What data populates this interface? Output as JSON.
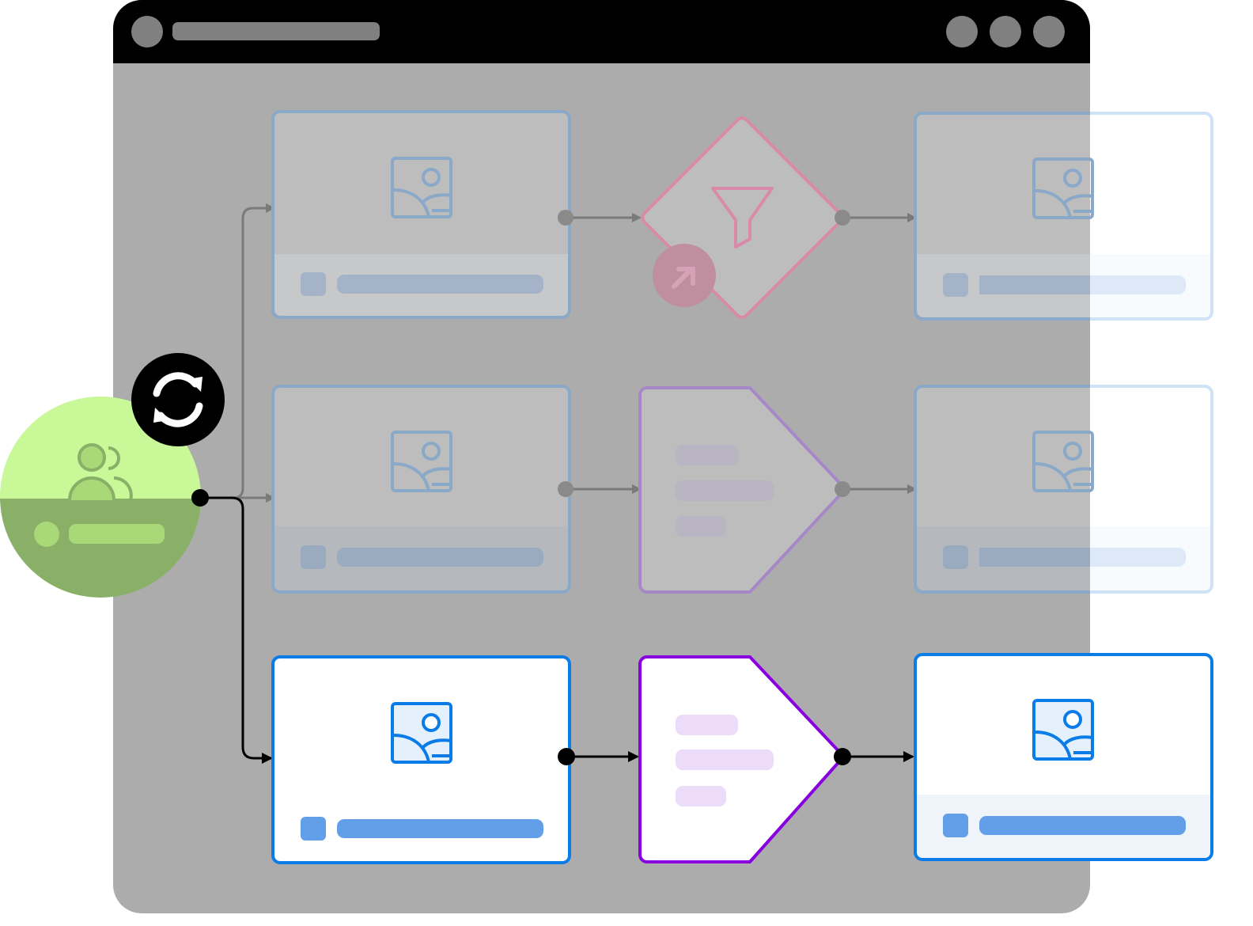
{
  "window": {
    "title_bar_color": "#000000",
    "body_color": "#acacac",
    "control_dots": [
      "window-dot",
      "window-dot",
      "window-dot"
    ]
  },
  "colors": {
    "blue": "#0a7ce8",
    "blue_fill": "#639fe8",
    "purple": "#8800e0",
    "purple_fill": "#ecdcfa",
    "pink": "#d88aa8",
    "green_light": "#c8f898",
    "green_dark": "#8ab068",
    "faded_blue": "#8aa8c8"
  },
  "flow": {
    "source": {
      "kind": "audience",
      "icon": "users-icon",
      "badge_icon": "sync-icon"
    },
    "rows": [
      {
        "state": "faded",
        "first": {
          "kind": "content-card",
          "icon": "image-icon"
        },
        "middle": {
          "kind": "filter-diamond",
          "icon": "funnel-icon",
          "badge_icon": "arrow-badge-icon"
        },
        "last": {
          "kind": "content-card",
          "icon": "image-icon"
        }
      },
      {
        "state": "faded",
        "first": {
          "kind": "content-card",
          "icon": "image-icon"
        },
        "middle": {
          "kind": "message-pentagon",
          "icon": "none"
        },
        "last": {
          "kind": "content-card",
          "icon": "image-icon"
        }
      },
      {
        "state": "active",
        "first": {
          "kind": "content-card",
          "icon": "image-icon"
        },
        "middle": {
          "kind": "message-pentagon",
          "icon": "none"
        },
        "last": {
          "kind": "content-card",
          "icon": "image-icon"
        }
      }
    ]
  }
}
